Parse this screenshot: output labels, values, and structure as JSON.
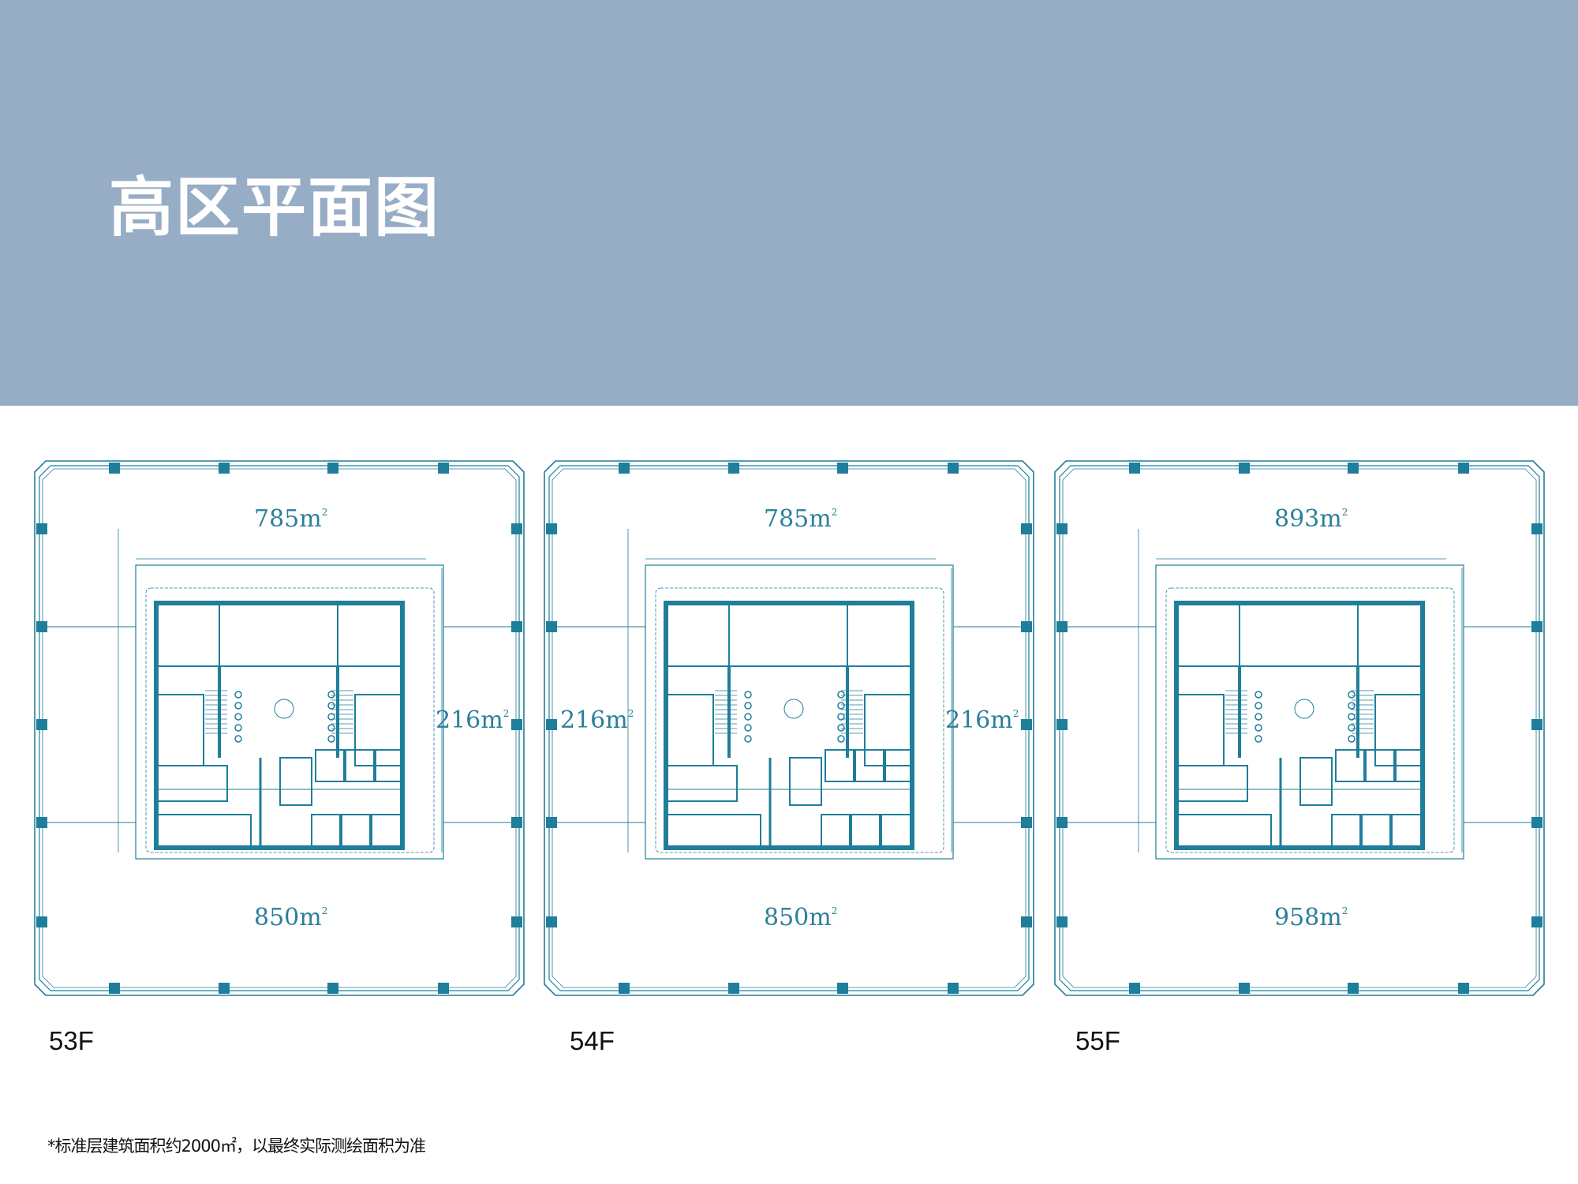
{
  "header": {
    "title": "高区平面图",
    "background": "#97acc5"
  },
  "plan_color": "#1f7e9a",
  "plans": [
    {
      "floor": "53F",
      "areas": {
        "top": "785",
        "bottom": "850",
        "right": "216",
        "unit": "m",
        "sup": "2"
      }
    },
    {
      "floor": "54F",
      "areas": {
        "top": "785",
        "bottom": "850",
        "left": "216",
        "right": "216",
        "unit": "m",
        "sup": "2"
      }
    },
    {
      "floor": "55F",
      "areas": {
        "top": "893",
        "bottom": "958",
        "unit": "m",
        "sup": "2"
      }
    }
  ],
  "footnote": "*标准层建筑面积约2000㎡，以最终实际测绘面积为准"
}
